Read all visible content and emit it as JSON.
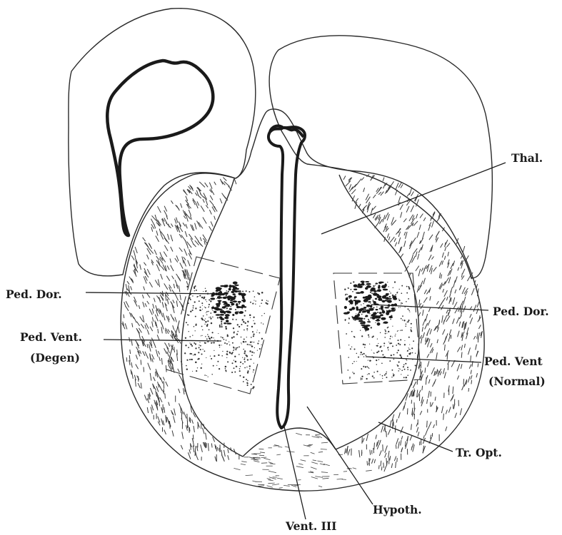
{
  "labels": {
    "thal": "Thal.",
    "ped_dor_left": "Ped. Dor.",
    "ped_vent_left_line1": "Ped. Vent.",
    "ped_vent_left_line2": "(Degen)",
    "ped_dor_right": "Ped. Dor.",
    "ped_vent_right_line1": "Ped. Vent",
    "ped_vent_right_line2": "(Normal)",
    "tr_opt": "Tr. Opt.",
    "hypoth": "Hypoth.",
    "vent_iii": "Vent. III"
  },
  "colors": {
    "ink": "#1a1a1a",
    "background": "#ffffff"
  }
}
